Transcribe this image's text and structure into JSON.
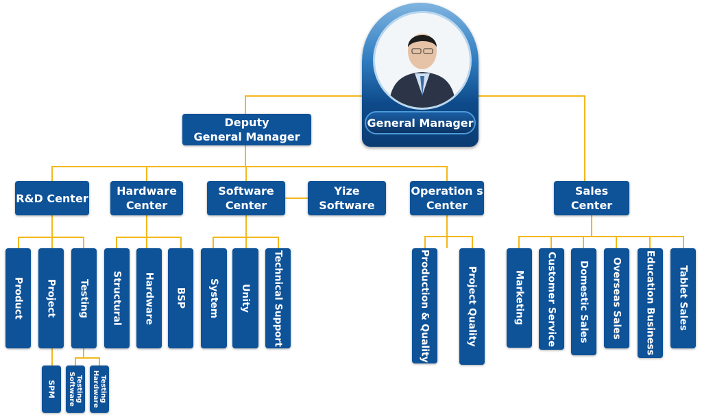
{
  "general_manager": {
    "label": "General Manager",
    "photo": "person-in-suit-portrait"
  },
  "deputy": {
    "label_line1": "Deputy",
    "label_line2": "General Manager"
  },
  "centers": {
    "rd": {
      "label": "R&D Center",
      "children": [
        "Product",
        "Project",
        "Testing"
      ],
      "project_children": [
        "SPM"
      ],
      "testing_children": [
        "Testing Software",
        "Testing Hardware"
      ]
    },
    "hardware": {
      "label": "Hardware Center",
      "children": [
        "Structural",
        "Hardware",
        "BSP"
      ]
    },
    "software": {
      "label": "Software Center",
      "children": [
        "System",
        "Unity",
        "Technical Support"
      ]
    },
    "yize": {
      "label": "Yize Software"
    },
    "operations": {
      "label": "Operation s Center",
      "children": [
        "Production & Quality",
        "Project Quality"
      ]
    },
    "sales": {
      "label": "Sales Center",
      "children": [
        "Marketing",
        "Customer Service",
        "Domestic Sales",
        "Overseas Sales",
        "Education Business",
        "Tablet Sales"
      ]
    }
  },
  "colors": {
    "box": "#0e5298",
    "connector": "#f2b81b"
  }
}
